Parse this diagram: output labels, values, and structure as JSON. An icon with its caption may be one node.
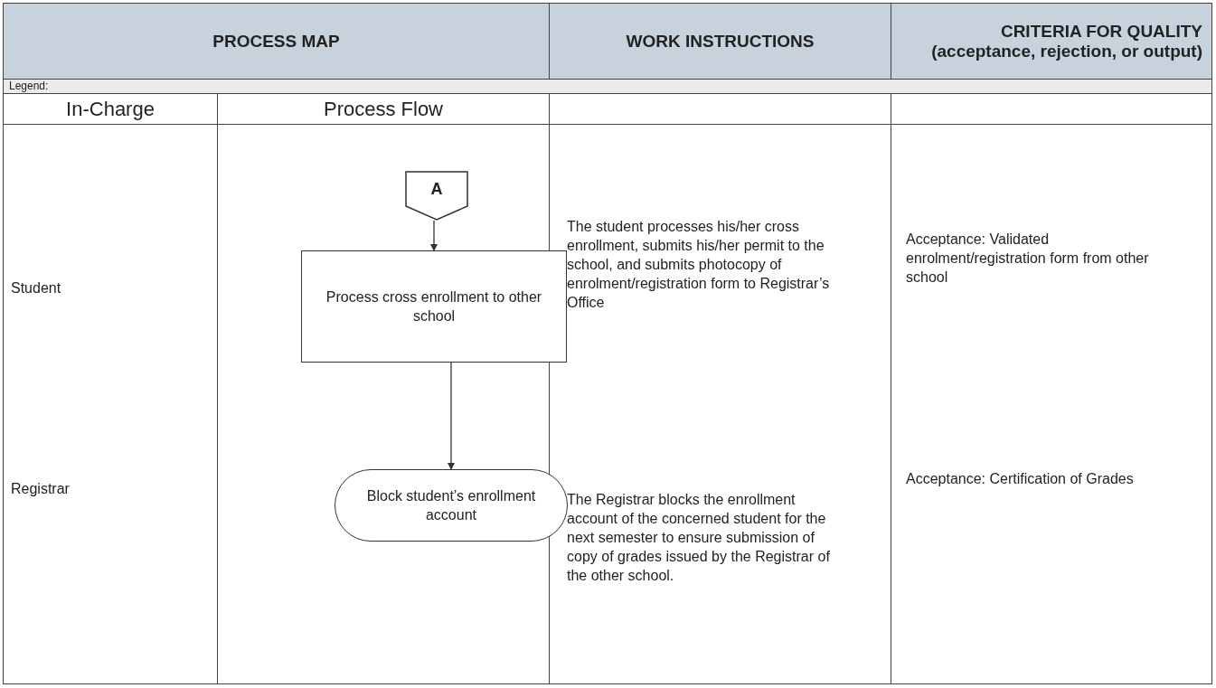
{
  "diagram": {
    "nodes": [
      {
        "text": [
          "A"
        ]
      },
      {
        "text": [
          "Process cross enrollment to other school"
        ]
      },
      {
        "text": [
          "Block student’s enrollment account"
        ]
      }
    ],
    "edges": [
      {
        "from": 0,
        "to": 1,
        "arrow": "to"
      },
      {
        "from": 1,
        "to": 2,
        "arrow": "to"
      }
    ],
    "labels": [
      "PROCESS MAP",
      "WORK INSTRUCTIONS",
      "CRITERIA FOR QUALITY (acceptance, rejection, or output)",
      "Legend:",
      "In-Charge",
      "Process Flow",
      "Student",
      "The student processes his/her cross enrollment, submits his/her permit to the school, and submits photocopy of enrolment/registration form to Registrar’s Office",
      "Acceptance: Validated enrolment/registration form from other school",
      "Registrar",
      "The Registrar blocks the enrollment account of the concerned student for the next semester to ensure submission of copy of grades issued by the Registrar of the other school.",
      "Acceptance: Certification of Grades"
    ]
  }
}
